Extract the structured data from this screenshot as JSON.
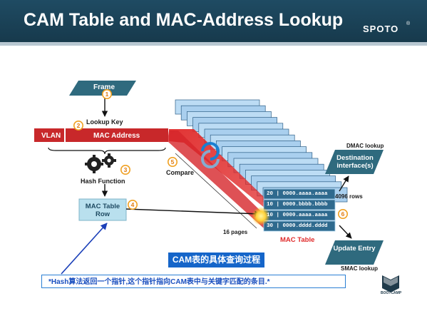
{
  "slide": {
    "title": "CAM Table and MAC-Address Lookup",
    "brand": "SPOTO",
    "brand_mark": "®"
  },
  "diagram": {
    "frame": "Frame",
    "lookup_key": "Lookup Key",
    "vlan": "VLAN",
    "mac_address": "MAC Address",
    "hash_function": "Hash Function",
    "mac_table_row": "MAC Table Row",
    "compare": "Compare",
    "pages": "16 pages",
    "rows": "4096 rows",
    "mac_table": "MAC Table",
    "dmac_lookup": "DMAC lookup",
    "destination": "Destination interface(s)",
    "update_entry": "Update Entry",
    "smac_lookup": "SMAC lookup",
    "steps": [
      "1",
      "2",
      "3",
      "4",
      "5",
      "6"
    ],
    "rows_table": [
      "20 | 0000.aaaa.aaaa",
      "10 | 0000.bbbb.bbbb",
      "10 | 0000.aaaa.aaaa",
      "30 | 0000.dddd.dddd"
    ]
  },
  "caption": "CAM表的具体查询过程",
  "note": "*Hash算法返回一个指针,这个指针指向CAM表中与关键字匹配的条目.*",
  "logo": {
    "text": "BOOTCAMP"
  },
  "colors": {
    "title_bar": "#1f4b63",
    "accent_red": "#e02a2a",
    "teal": "#2f6a7e",
    "mac_row_fill": "#b9e0ee",
    "caption_blue": "#1565c9"
  }
}
